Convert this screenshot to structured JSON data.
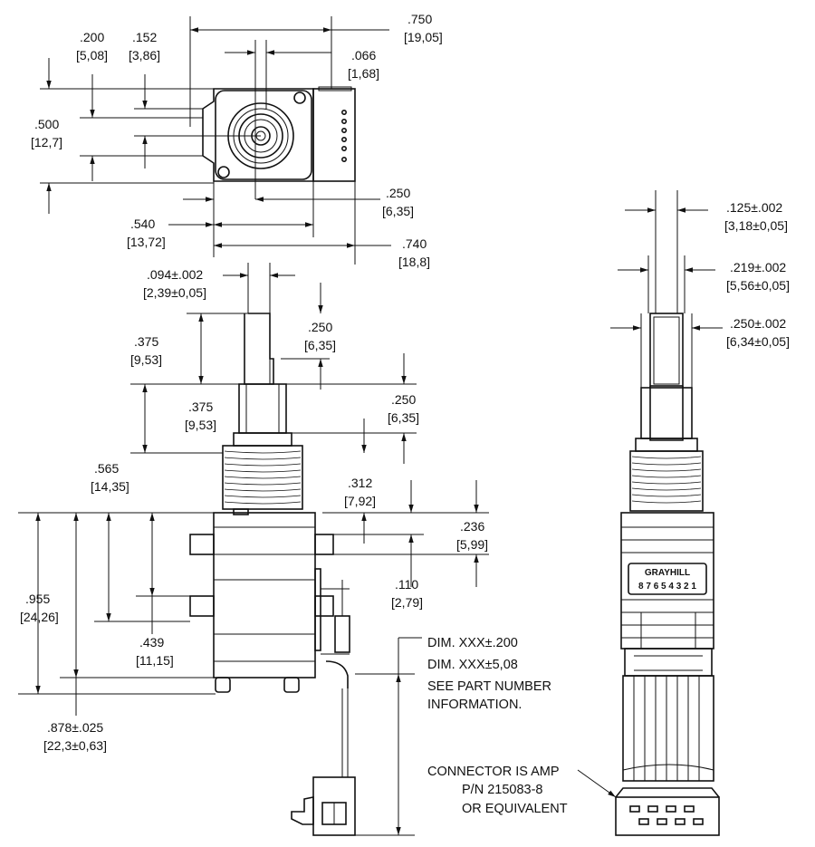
{
  "top_view": {
    "d750": ".750",
    "d750_mm": "[19,05]",
    "d200": ".200",
    "d200_mm": "[5,08]",
    "d152": ".152",
    "d152_mm": "[3,86]",
    "d066": ".066",
    "d066_mm": "[1,68]",
    "d500": ".500",
    "d500_mm": "[12,7]",
    "d250": ".250",
    "d250_mm": "[6,35]",
    "d540": ".540",
    "d540_mm": "[13,72]",
    "d740": ".740",
    "d740_mm": "[18,8]"
  },
  "side_view": {
    "d094": ".094±.002",
    "d094_mm": "[2,39±0,05]",
    "d250a": ".250",
    "d250a_mm": "[6,35]",
    "d375a": ".375",
    "d375a_mm": "[9,53]",
    "d375b": ".375",
    "d375b_mm": "[9,53]",
    "d250b": ".250",
    "d250b_mm": "[6,35]",
    "d565": ".565",
    "d565_mm": "[14,35]",
    "d312": ".312",
    "d312_mm": "[7,92]",
    "d236": ".236",
    "d236_mm": "[5,99]",
    "d110": ".110",
    "d110_mm": "[2,79]",
    "d955": ".955",
    "d955_mm": "[24,26]",
    "d439": ".439",
    "d439_mm": "[11,15]",
    "d878": ".878±.025",
    "d878_mm": "[22,3±0,63]"
  },
  "front_view": {
    "d125": ".125±.002",
    "d125_mm": "[3,18±0,05]",
    "d219": ".219±.002",
    "d219_mm": "[5,56±0,05]",
    "d250": ".250±.002",
    "d250_mm": "[6,34±0,05]",
    "brand": "GRAYHILL",
    "pins": "8 7 6 5 4 3 2 1"
  },
  "notes": {
    "dim_note": [
      "DIM. XXX±.200",
      "DIM. XXX±5,08",
      "SEE PART NUMBER",
      "INFORMATION."
    ],
    "connector_note": [
      "CONNECTOR IS AMP",
      "P/N 215083-8",
      "OR EQUIVALENT"
    ]
  }
}
